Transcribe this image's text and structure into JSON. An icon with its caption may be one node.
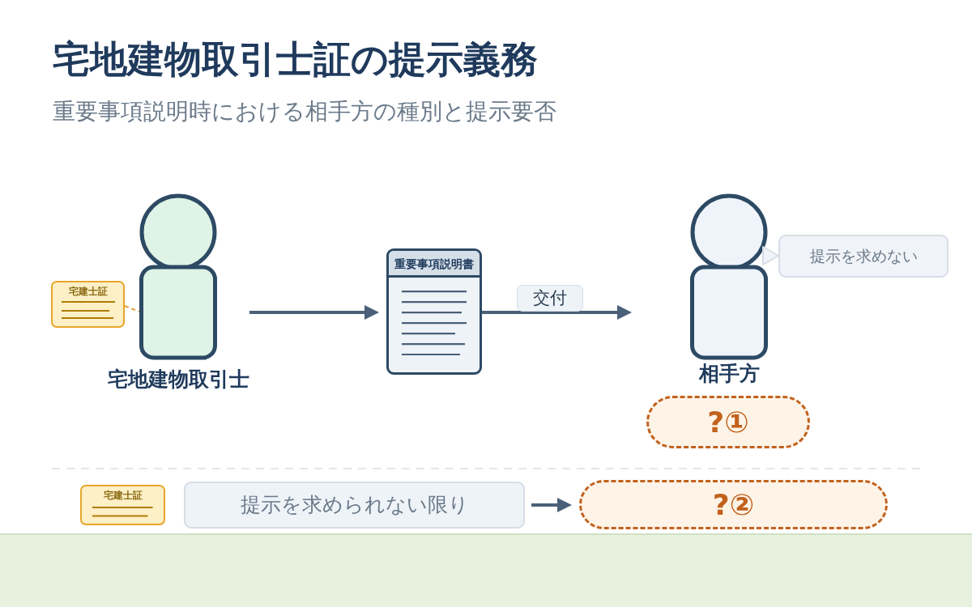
{
  "diagram": {
    "title": "宅地建物取引士証の提示義務",
    "nodes": [
      {
        "text": [
          "宅地建物取引士"
        ]
      },
      {
        "text": [
          "宅建士証"
        ]
      },
      {
        "text": [
          "重要事項説明書"
        ]
      },
      {
        "text": [
          "相手方"
        ]
      },
      {
        "text": [
          "提示を求めない"
        ]
      },
      {
        "text": [
          "?①"
        ]
      },
      {
        "text": [
          "宅建士証"
        ]
      },
      {
        "text": [
          "提示を求められない限り"
        ]
      },
      {
        "text": [
          "?②"
        ]
      }
    ],
    "edges": [
      {
        "from": 1,
        "to": 0,
        "arrow": "none",
        "style": "dashed",
        "color": "#e0a030"
      },
      {
        "from": 0,
        "to": 2,
        "arrow": "to"
      },
      {
        "from": 2,
        "to": 3,
        "arrow": "to",
        "label": "交付"
      },
      {
        "from": 7,
        "to": 8,
        "arrow": "to"
      }
    ],
    "labels": [
      "重要事項説明時における相手方の種別と提示要否"
    ]
  }
}
